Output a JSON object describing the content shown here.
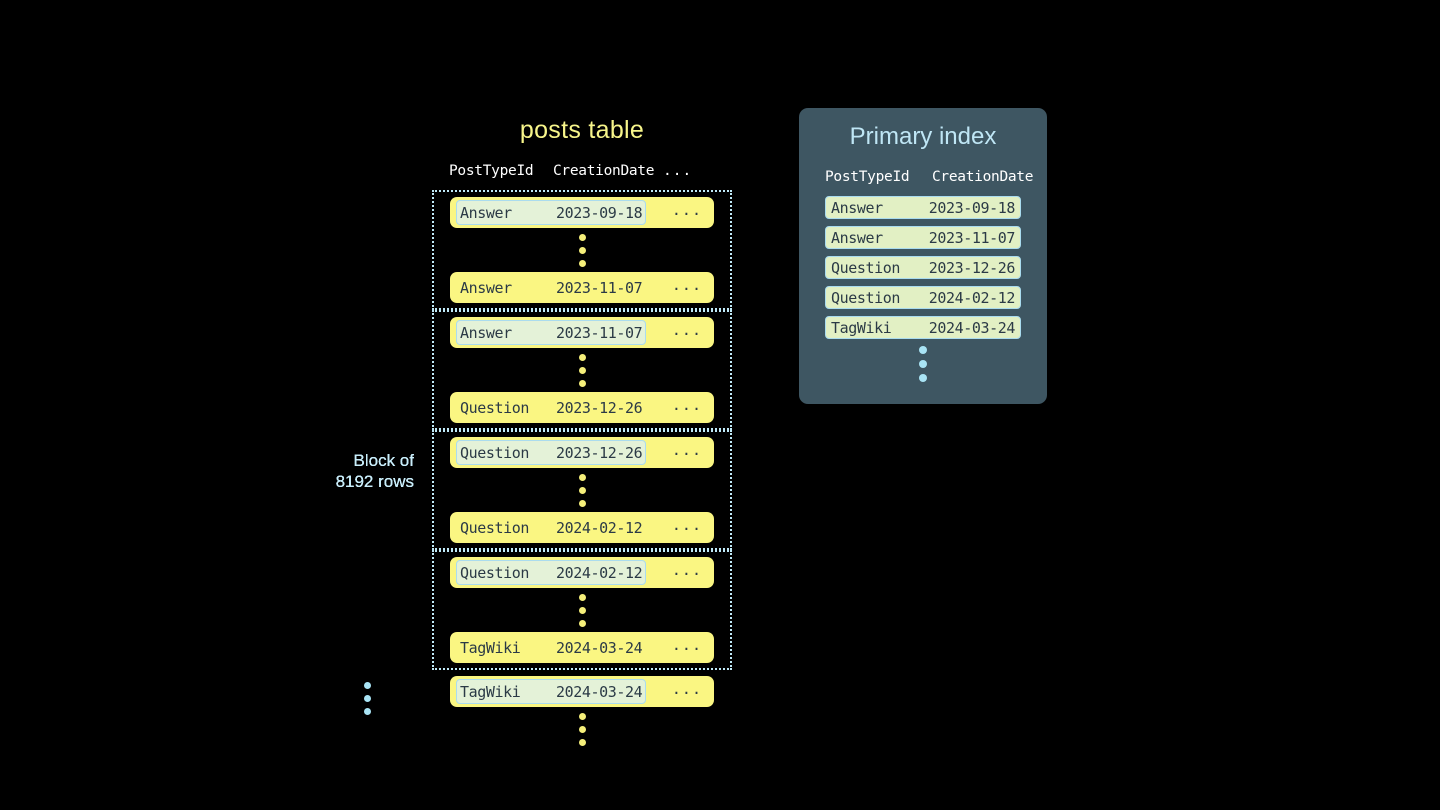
{
  "posts_table": {
    "title": "posts table",
    "columns": {
      "post_type_id": "PostTypeId",
      "creation_date": "CreationDate",
      "more": "..."
    },
    "block_label": "Block of\n8192 rows",
    "blocks": [
      {
        "label": "Block of\n8192 rows",
        "first_row": {
          "type": "Answer",
          "date": "2023-09-18",
          "more": "...",
          "highlighted": true
        },
        "last_row": {
          "type": "Answer",
          "date": "2023-11-07",
          "more": "...",
          "highlighted": false
        }
      },
      {
        "label": "Block of\n8192 rows",
        "first_row": {
          "type": "Answer",
          "date": "2023-11-07",
          "more": "...",
          "highlighted": true
        },
        "last_row": {
          "type": "Question",
          "date": "2023-12-26",
          "more": "...",
          "highlighted": false
        }
      },
      {
        "label": "Block of\n8192 rows",
        "first_row": {
          "type": "Question",
          "date": "2023-12-26",
          "more": "...",
          "highlighted": true
        },
        "last_row": {
          "type": "Question",
          "date": "2024-02-12",
          "more": "...",
          "highlighted": false
        }
      },
      {
        "label": "Block of\n8192 rows",
        "first_row": {
          "type": "Question",
          "date": "2024-02-12",
          "more": "...",
          "highlighted": true
        },
        "last_row": {
          "type": "TagWiki",
          "date": "2024-03-24",
          "more": "...",
          "highlighted": false
        }
      }
    ],
    "trailing_row": {
      "type": "TagWiki",
      "date": "2024-03-24",
      "more": "...",
      "highlighted": true
    }
  },
  "primary_index": {
    "title": "Primary index",
    "columns": {
      "post_type_id": "PostTypeId",
      "creation_date": "CreationDate"
    },
    "rows": [
      {
        "type": "Answer",
        "date": "2023-09-18"
      },
      {
        "type": "Answer",
        "date": "2023-11-07"
      },
      {
        "type": "Question",
        "date": "2023-12-26"
      },
      {
        "type": "Question",
        "date": "2024-02-12"
      },
      {
        "type": "TagWiki",
        "date": "2024-03-24"
      }
    ]
  },
  "colors": {
    "background": "#000000",
    "row_yellow": "#faf682",
    "highlight_green": "#e4f2d8",
    "highlight_border": "#aadcef",
    "index_panel": "#3e5662",
    "index_chip": "#e2f0c4",
    "title_yellow": "#f7f58a",
    "title_blue": "#bfe6f5",
    "label_blue": "#c9eefb",
    "dot_yellow": "#f5ef7a",
    "dot_blue": "#a9e4f5",
    "mono_text": "#2b3a46"
  }
}
